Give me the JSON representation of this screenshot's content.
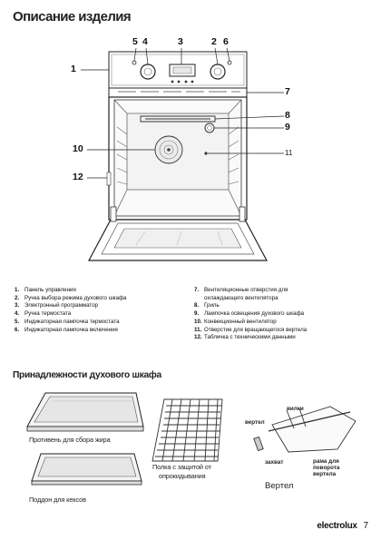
{
  "page": {
    "title": "Описание изделия",
    "accessories_title": "Принадлежности духового шкафа",
    "brand": "electrolux",
    "page_number": "7"
  },
  "callouts": [
    "1",
    "2",
    "3",
    "4",
    "5",
    "6",
    "7",
    "8",
    "9",
    "10",
    "11",
    "12"
  ],
  "parts_left": [
    {
      "num": "1.",
      "text": "Панель управления"
    },
    {
      "num": "2.",
      "text": "Ручка выбора режима духового шкафа"
    },
    {
      "num": "3.",
      "text": "Электронный программатор"
    },
    {
      "num": "4.",
      "text": "Ручка термостата"
    },
    {
      "num": "5.",
      "text": "Индикаторная лампочка термостата"
    },
    {
      "num": "6.",
      "text": "Индикаторная лампочка включения"
    }
  ],
  "parts_right": [
    {
      "num": "7.",
      "text": "Вентиляционные отверстия для",
      "cont": "охлаждающего вентилятора"
    },
    {
      "num": "8.",
      "text": "Гриль"
    },
    {
      "num": "9.",
      "text": "Лампочка освещения духового шкафа"
    },
    {
      "num": "10.",
      "text": "Конвекционный вентилятор"
    },
    {
      "num": "11.",
      "text": "Отверстие для вращающегося вертела"
    },
    {
      "num": "12.",
      "text": "Табличка с техническими данными"
    }
  ],
  "accessories": {
    "roasting_pan": "Противень для сбора жира",
    "baking_tray": "Поддон для кексов",
    "shelf_line1": "Полка с защитой от",
    "shelf_line2": "опрокидывания",
    "forks": "вилки",
    "spit": "вертел",
    "clamp": "захват",
    "frame_line1": "рама для",
    "frame_line2": "поворота",
    "frame_line3": "вертела",
    "spit_title": "Вертел"
  }
}
